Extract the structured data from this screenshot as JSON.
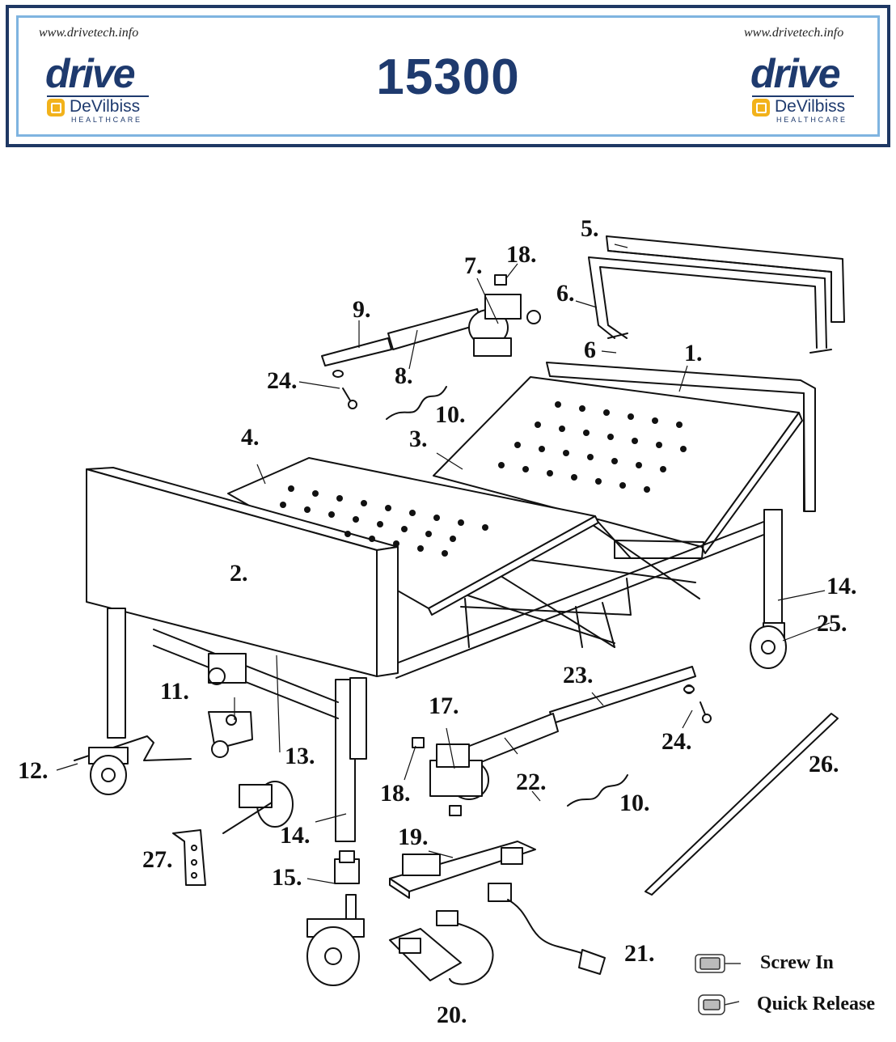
{
  "header": {
    "url_left": "www.drivetech.info",
    "url_right": "www.drivetech.info",
    "brand": "drive",
    "sub_brand": "DeVilbiss",
    "sub_brand_tagline": "HEALTHCARE",
    "model_number": "15300"
  },
  "callouts": {
    "c1": "1.",
    "c2": "2.",
    "c3": "3.",
    "c4": "4.",
    "c5": "5.",
    "c6a": "6.",
    "c6b": "6",
    "c7": "7.",
    "c8": "8.",
    "c9": "9.",
    "c10a": "10.",
    "c10b": "10.",
    "c11": "11.",
    "c12": "12.",
    "c13": "13.",
    "c14a": "14.",
    "c14b": "14.",
    "c15": "15.",
    "c17": "17.",
    "c18a": "18.",
    "c18b": "18.",
    "c19": "19.",
    "c20": "20.",
    "c21": "21.",
    "c22": "22.",
    "c23": "23.",
    "c24a": "24.",
    "c24b": "24.",
    "c25": "25.",
    "c26": "26.",
    "c27": "27."
  },
  "legend": {
    "screw_in": "Screw In",
    "quick_release": "Quick Release"
  },
  "colors": {
    "brand_navy": "#1e3a6e",
    "banner_border": "#1f3864",
    "banner_inner_border": "#7fb4e0",
    "logo_mark": "#f2b21b"
  }
}
